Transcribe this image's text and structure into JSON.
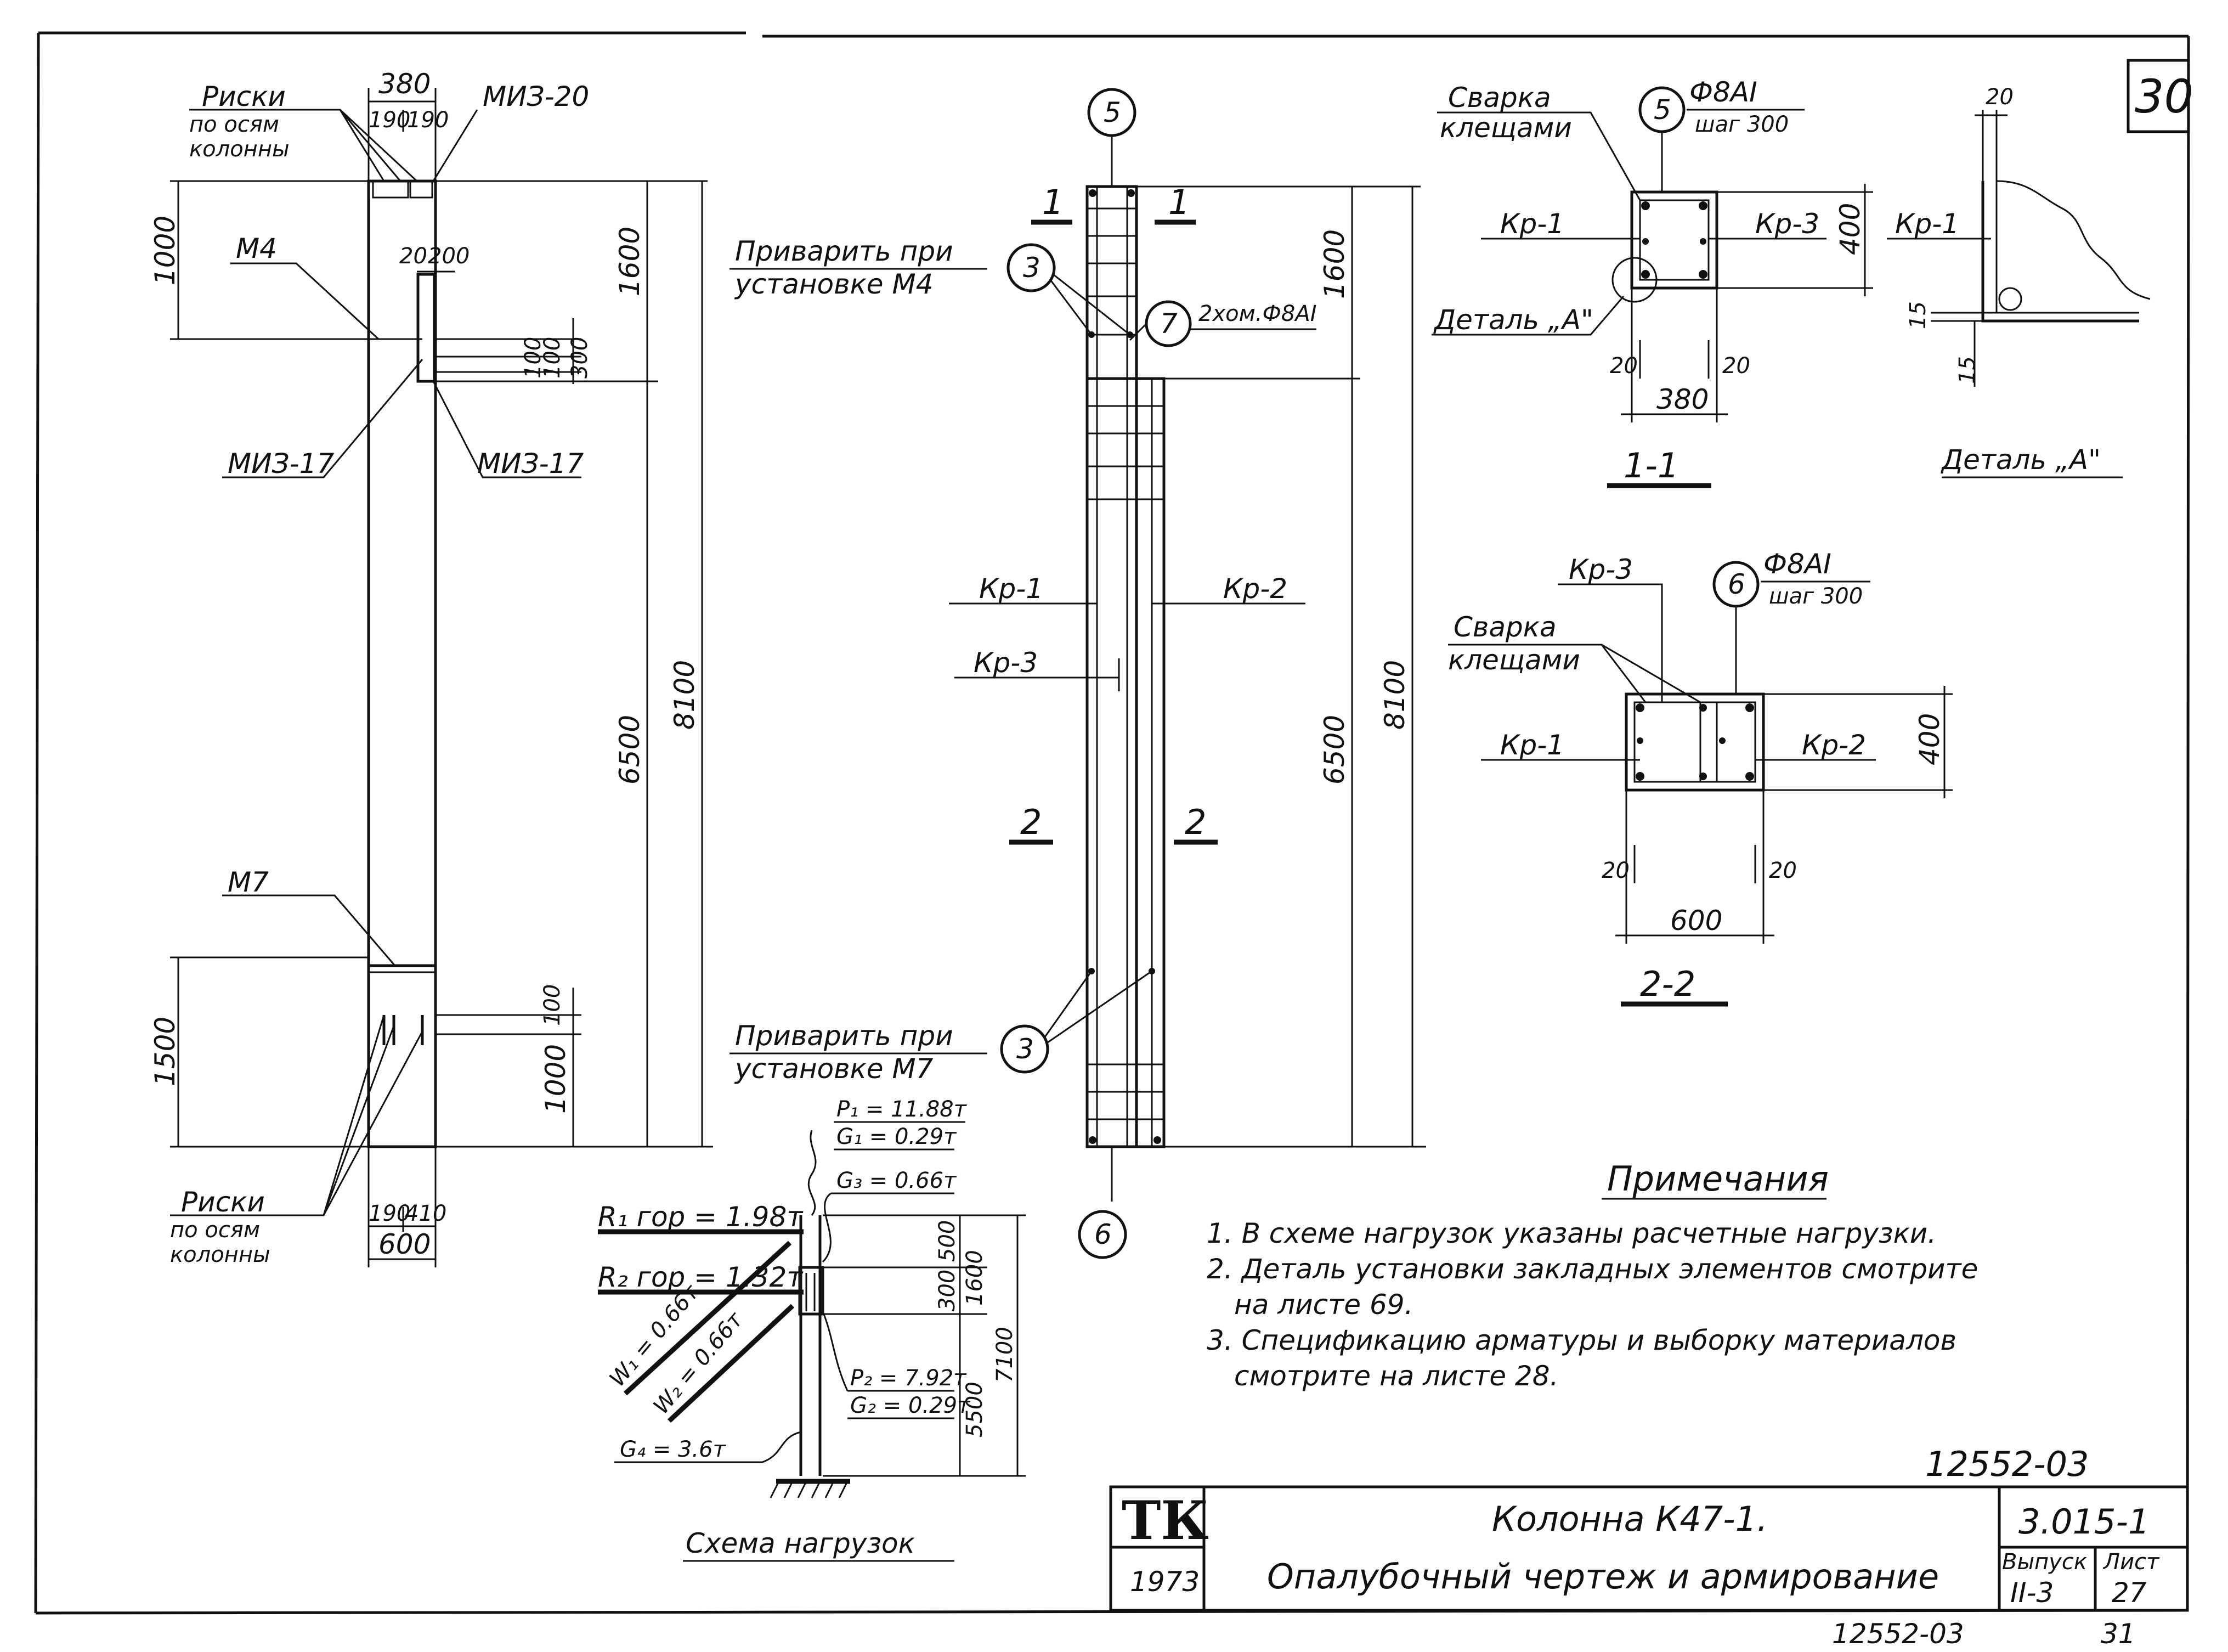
{
  "sheet_no": "30",
  "left_view": {
    "riski_top": "Риски",
    "riski_top_sub1": "по осям",
    "riski_top_sub2": "колонны",
    "dim_380": "380",
    "dim_190a": "190",
    "dim_190b": "190",
    "miz20": "МИЗ-20",
    "m4": "М4",
    "dim_1000": "1000",
    "dim_20": "20",
    "dim_200": "200",
    "dim_1600": "1600",
    "dim_100a": "100",
    "dim_100b": "100",
    "dim_300": "300",
    "miz17_left": "МИЗ-17",
    "miz17_right": "МИЗ-17",
    "dim_6500": "6500",
    "dim_8100": "8100",
    "m7": "М7",
    "dim_1500": "1500",
    "dim_100c": "100",
    "dim_1000b": "1000",
    "riski_bot": "Риски",
    "riski_bot_sub1": "по осям",
    "riski_bot_sub2": "колонны",
    "dim_190c": "190",
    "dim_410": "410",
    "dim_600": "600"
  },
  "center_view": {
    "mark5": "5",
    "mark6": "6",
    "mark3a": "3",
    "mark3b": "3",
    "mark7": "7",
    "label7": "2хом.Ф8АI",
    "sec1_left": "1",
    "sec1_right": "1",
    "sec2_left": "2",
    "sec2_right": "2",
    "weld_top_1": "Приварить при",
    "weld_top_2": "установке  М4",
    "weld_bot_1": "Приварить при",
    "weld_bot_2": "установке  М7",
    "kr1": "Кр-1",
    "kr2": "Кр-2",
    "kr3": "Кр-3",
    "dim_1600": "1600",
    "dim_6500": "6500",
    "dim_8100": "8100"
  },
  "section_1_1": {
    "title": "1-1",
    "svarka_1": "Сварка",
    "svarka_2": "клещами",
    "mark": "5",
    "rebar": "Ф8АI",
    "step": "шаг 300",
    "kr1": "Кр-1",
    "kr3": "Кр-3",
    "detail": "Деталь „А\"",
    "dim_400": "400",
    "dim_20a": "20",
    "dim_20b": "20",
    "dim_380": "380"
  },
  "detail_a": {
    "title": "Деталь „А\"",
    "dim_20": "20",
    "kr1": "Кр-1",
    "dim_15a": "15",
    "dim_15b": "15"
  },
  "section_2_2": {
    "title": "2-2",
    "kr3": "Кр-3",
    "mark": "6",
    "rebar": "Ф8АI",
    "step": "шаг 300",
    "svarka_1": "Сварка",
    "svarka_2": "клещами",
    "kr1": "Кр-1",
    "kr2": "Кр-2",
    "dim_400": "400",
    "dim_20a": "20",
    "dim_20b": "20",
    "dim_600": "600"
  },
  "load_scheme": {
    "title": "Схема нагрузок",
    "p1": "P₁ = 11.88т",
    "g1": "G₁ = 0.29т",
    "g3": "G₃ = 0.66т",
    "r1": "R₁ гор = 1.98т",
    "r2": "R₂ гор = 1.32т",
    "w1": "W₁ = 0.66т",
    "w2": "W₂ = 0.66т",
    "p2": "P₂ = 7.92т",
    "g2": "G₂ = 0.29т",
    "g4": "G₄ = 3.6т",
    "dim_500": "500",
    "dim_300": "300",
    "dim_1600": "1600",
    "dim_5500": "5500",
    "dim_7100": "7100"
  },
  "notes": {
    "title": "Примечания",
    "n1": "1. В схеме нагрузок указаны расчетные нагрузки.",
    "n2a": "2. Деталь установки закладных элементов смотрите",
    "n2b": "на листе 69.",
    "n3a": "3. Спецификацию арматуры и выборку материалов",
    "n3b": "смотрите на листе 28."
  },
  "inventory_top": "12552-03",
  "title_block": {
    "logo": "ТК",
    "year": "1973",
    "title1": "Колонна К47-1.",
    "title2": "Опалубочный чертеж и армирование",
    "series": "3.015-1",
    "vypusk_label": "Выпуск",
    "vypusk": "II-3",
    "list_label": "Лист",
    "list": "27"
  },
  "inventory_bottom": "12552-03",
  "page_no_bottom": "31"
}
